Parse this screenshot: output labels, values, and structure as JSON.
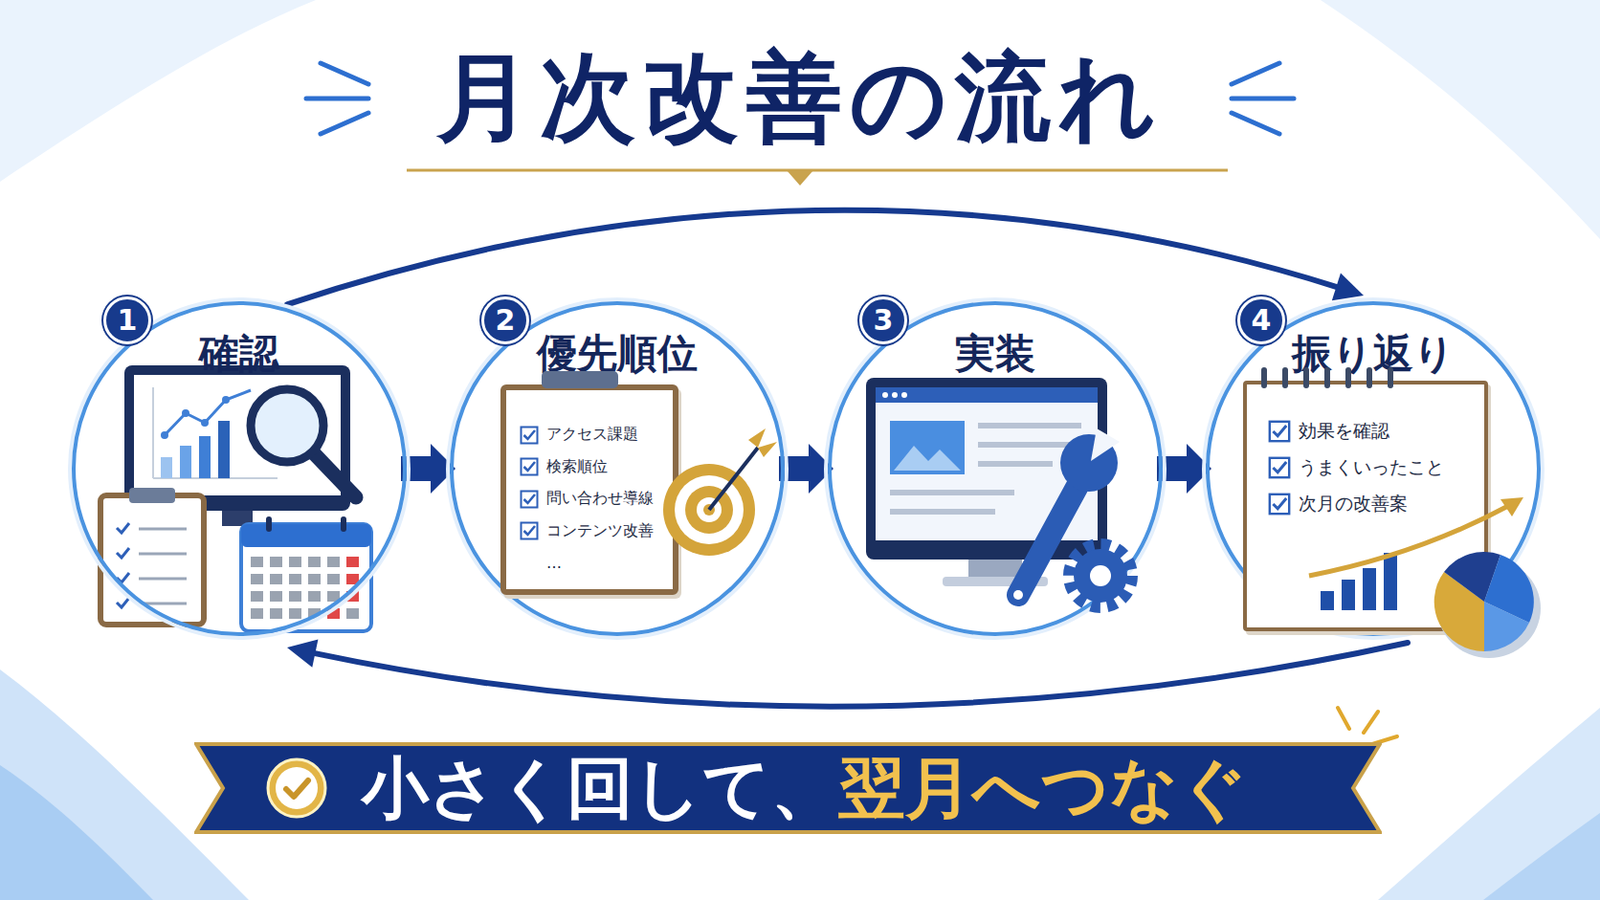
{
  "diagram": {
    "title": "月次改善の流れ",
    "nodes": [
      {
        "text": [
          "確認"
        ]
      },
      {
        "text": [
          "1"
        ],
        "in": 0
      },
      {
        "text": [
          "優先順位"
        ]
      },
      {
        "text": [
          "2"
        ],
        "in": 2
      },
      {
        "text": [
          "アクセス課題",
          "検索順位",
          "問い合わせ導線",
          "コンテンツ改善",
          "…"
        ],
        "in": 2
      },
      {
        "text": [
          "実装"
        ]
      },
      {
        "text": [
          "3"
        ],
        "in": 5
      },
      {
        "text": [
          "振り返り"
        ]
      },
      {
        "text": [
          "4"
        ],
        "in": 7
      },
      {
        "text": [
          "効果を確認",
          "うまくいったこと",
          "次月の改善案"
        ],
        "in": 7
      },
      {
        "text": [
          "小さく回して、",
          "翌月へつなぐ"
        ]
      }
    ],
    "edges": [
      {
        "from": 0,
        "to": 2,
        "arrow": "to"
      },
      {
        "from": 2,
        "to": 5,
        "arrow": "to"
      },
      {
        "from": 5,
        "to": 7,
        "arrow": "to"
      },
      {
        "from": 0,
        "to": 7,
        "arrow": "to"
      },
      {
        "from": 7,
        "to": 0,
        "arrow": "to"
      }
    ]
  }
}
